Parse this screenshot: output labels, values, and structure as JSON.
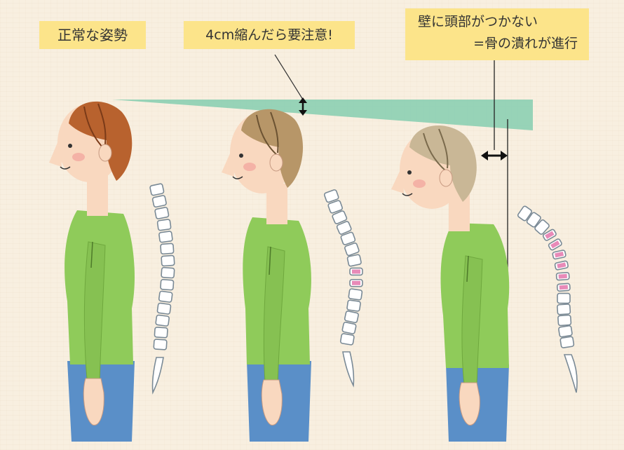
{
  "labels": {
    "normal_posture": "正常な姿勢",
    "shrink_warning": "4cm縮んだら要注意!",
    "wall_line1": "壁に頭部がつかない",
    "wall_line2": "=骨の潰れが進行"
  },
  "colors": {
    "label_background": "#fce48a",
    "wedge": "#8ccfb2",
    "shirt": "#8fcb5a",
    "pants": "#5a8fc8",
    "vertebra": "#ffffff",
    "collapsed_vertebra": "#e88ab8"
  },
  "icons": [
    "vertical-double-arrow-icon",
    "horizontal-double-arrow-icon"
  ],
  "spines": [
    {
      "name": "spine-normal",
      "collapsed": []
    },
    {
      "name": "spine-mild-curve",
      "collapsed": [
        7,
        8
      ]
    },
    {
      "name": "spine-severe-curve",
      "collapsed": [
        3,
        4,
        5,
        6,
        7,
        8
      ]
    }
  ]
}
